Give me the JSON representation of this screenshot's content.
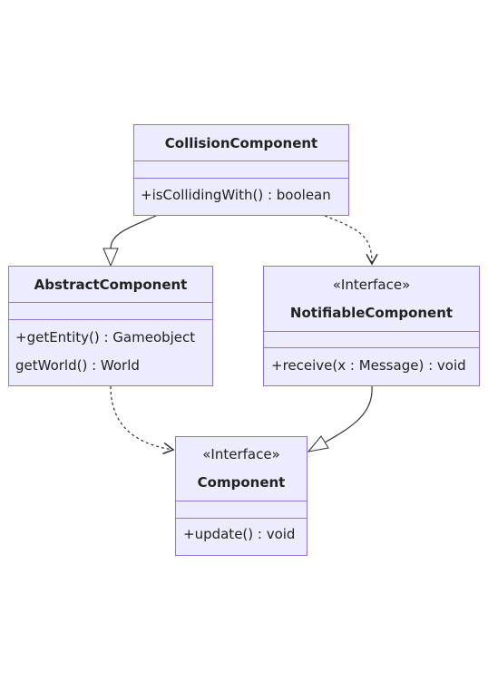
{
  "diagram": {
    "classes": {
      "collision": {
        "name": "CollisionComponent",
        "methods": [
          "+isCollidingWith() : boolean"
        ]
      },
      "abstract": {
        "name": "AbstractComponent",
        "methods": [
          "+getEntity() : Gameobject",
          "getWorld() : World"
        ]
      },
      "notifiable": {
        "stereotype": "«Interface»",
        "name": "NotifiableComponent",
        "methods": [
          "+receive(x : Message) : void"
        ]
      },
      "component": {
        "stereotype": "«Interface»",
        "name": "Component",
        "methods": [
          "+update() : void"
        ]
      }
    },
    "relations": [
      {
        "from": "CollisionComponent",
        "to": "AbstractComponent",
        "kind": "inheritance"
      },
      {
        "from": "CollisionComponent",
        "to": "NotifiableComponent",
        "kind": "dependency"
      },
      {
        "from": "AbstractComponent",
        "to": "Component",
        "kind": "dependency"
      },
      {
        "from": "NotifiableComponent",
        "to": "Component",
        "kind": "inheritance"
      }
    ]
  }
}
